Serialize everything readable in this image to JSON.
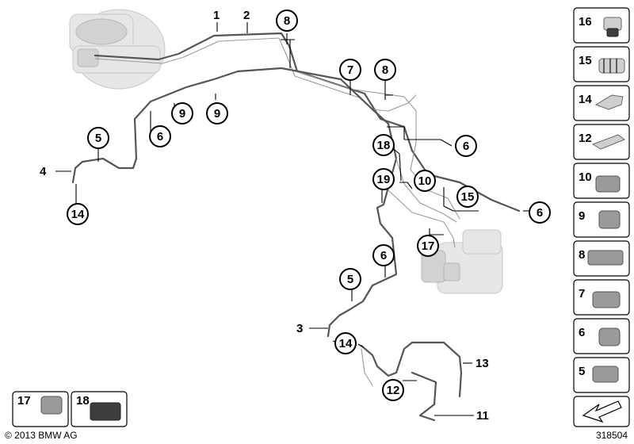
{
  "callouts": {
    "c1": "1",
    "c2": "2",
    "c3": "3",
    "c4": "4",
    "c5a": "5",
    "c5b": "5",
    "c6a": "6",
    "c6b": "6",
    "c6c": "6",
    "c6d": "6",
    "c7": "7",
    "c8a": "8",
    "c8b": "8",
    "c9a": "9",
    "c9b": "9",
    "c10": "10",
    "c11": "11",
    "c12": "12",
    "c13": "13",
    "c14a": "14",
    "c14b": "14",
    "c15": "15",
    "c17": "17",
    "c18": "18",
    "c19": "19"
  },
  "legend": [
    "16",
    "15",
    "14",
    "12",
    "10",
    "9",
    "8",
    "7",
    "6",
    "5"
  ],
  "bottom_legend": [
    "17",
    "18"
  ],
  "footer": {
    "copyright": "© 2013 BMW AG",
    "diagram_id": "318504"
  },
  "colors": {
    "pipe": "#555555",
    "ghost_component": "#e6e6e6",
    "part_fill": "#9a9a9a"
  }
}
